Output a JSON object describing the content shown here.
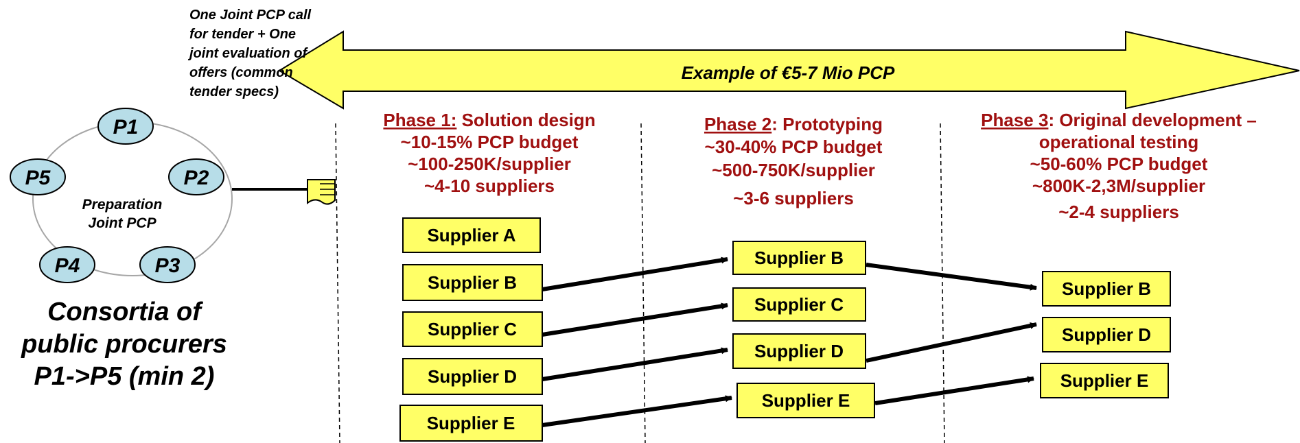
{
  "call_note": [
    "One Joint PCP call",
    "for tender + One",
    "joint evaluation of",
    "offers (common",
    "tender specs)"
  ],
  "arrow_label": "Example of €5-7 Mio PCP",
  "consortium": {
    "partners": [
      "P1",
      "P2",
      "P3",
      "P4",
      "P5"
    ],
    "center_label": [
      "Preparation",
      "Joint PCP"
    ],
    "caption": [
      "Consortia of",
      "public procurers",
      "P1->P5 (min 2)"
    ]
  },
  "phases": [
    {
      "title_underlined": "Phase 1:",
      "title_rest": " Solution design",
      "details": [
        "~10-15% PCP budget",
        "~100-250K/supplier",
        "~4-10 suppliers"
      ],
      "suppliers": [
        "Supplier A",
        "Supplier B",
        "Supplier C",
        "Supplier D",
        "Supplier E"
      ]
    },
    {
      "title_underlined": "Phase 2",
      "title_rest": ": Prototyping",
      "details": [
        "~30-40% PCP budget",
        "~500-750K/supplier",
        "~3-6 suppliers"
      ],
      "suppliers": [
        "Supplier B",
        "Supplier C",
        "Supplier D",
        "Supplier E"
      ]
    },
    {
      "title_underlined": "Phase 3",
      "title_rest": ": Original development –",
      "details": [
        "operational testing",
        "~50-60% PCP budget",
        "~800K-2,3M/supplier",
        "~2-4 suppliers"
      ],
      "suppliers": [
        "Supplier B",
        "Supplier D",
        "Supplier E"
      ]
    }
  ],
  "colors": {
    "arrow_fill": "#ffff66",
    "supplier_fill": "#ffff66",
    "partner_fill": "#b7dde8",
    "phase_text": "#a01010",
    "ink": "#000000",
    "ring": "#a6a6a6"
  }
}
